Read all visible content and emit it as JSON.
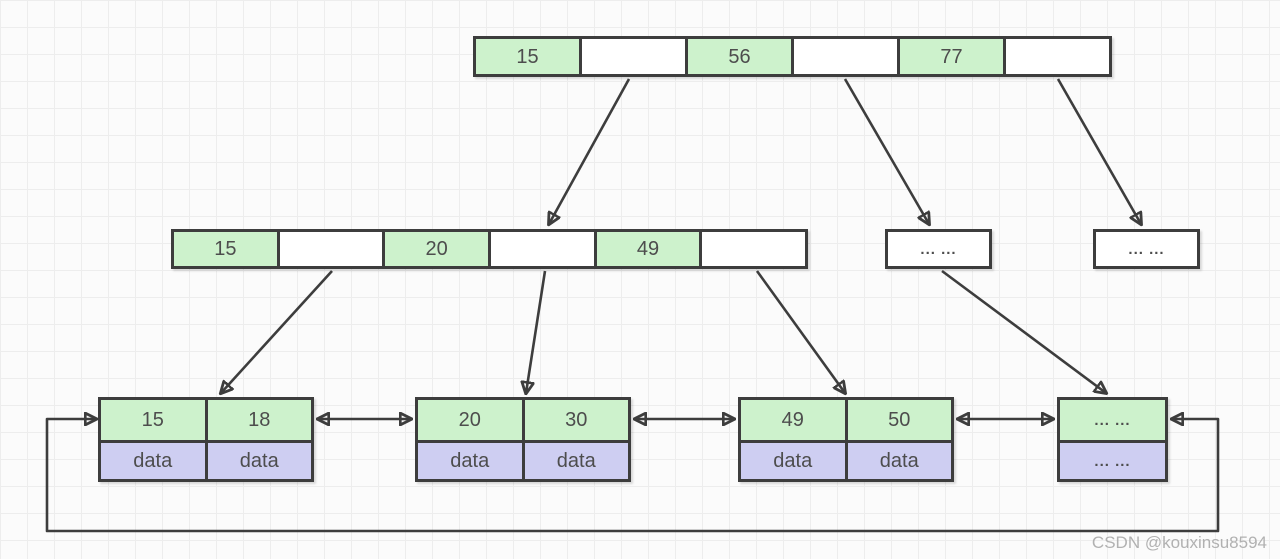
{
  "colors": {
    "bg": "#fbfbfb",
    "gridLine": "#ededed",
    "border": "#3d3d3d",
    "line": "#3d3d3d",
    "text": "#4d4d4d",
    "keyFill": "#cdf2cc",
    "dataFill": "#cecef2",
    "watermark": "#b1b1b1"
  },
  "tree": {
    "root": {
      "cells": [
        "15",
        "",
        "56",
        "",
        "77",
        ""
      ]
    },
    "internal": {
      "cells": [
        "15",
        "",
        "20",
        "",
        "49",
        ""
      ]
    },
    "dots_box_1": {
      "label": "... ..."
    },
    "dots_box_2": {
      "label": "... ..."
    },
    "leaves": [
      {
        "keys": [
          "15",
          "18"
        ],
        "data": [
          "data",
          "data"
        ]
      },
      {
        "keys": [
          "20",
          "30"
        ],
        "data": [
          "data",
          "data"
        ]
      },
      {
        "keys": [
          "49",
          "50"
        ],
        "data": [
          "data",
          "data"
        ]
      },
      {
        "keys": [
          "... ..."
        ],
        "data": [
          "... ..."
        ]
      }
    ]
  },
  "watermark": {
    "text": "CSDN @kouxinsu8594"
  }
}
